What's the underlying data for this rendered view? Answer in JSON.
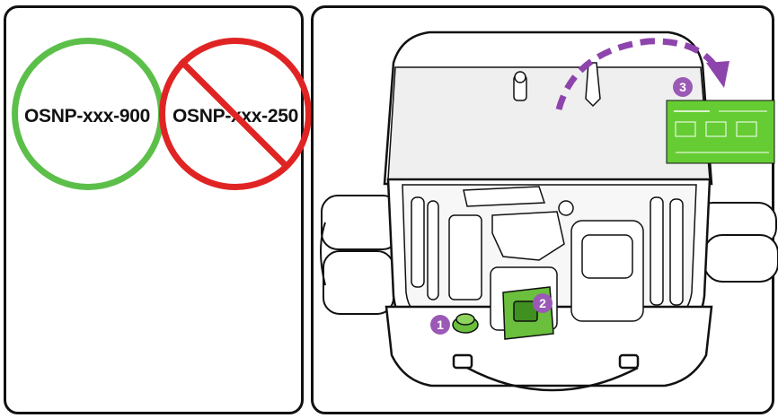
{
  "compatible": {
    "label": "OSNP-xxx-900",
    "status_color": "#5cbf4a"
  },
  "incompatible": {
    "label": "OSNP-xxx-250",
    "status_color": "#e02424"
  },
  "callouts": [
    "1",
    "2",
    "3"
  ],
  "callout_color": "#9b59b6",
  "kit_label_color": "#66cc33",
  "icons": [
    "check-circle",
    "prohibited-sign",
    "curved-arrow"
  ]
}
